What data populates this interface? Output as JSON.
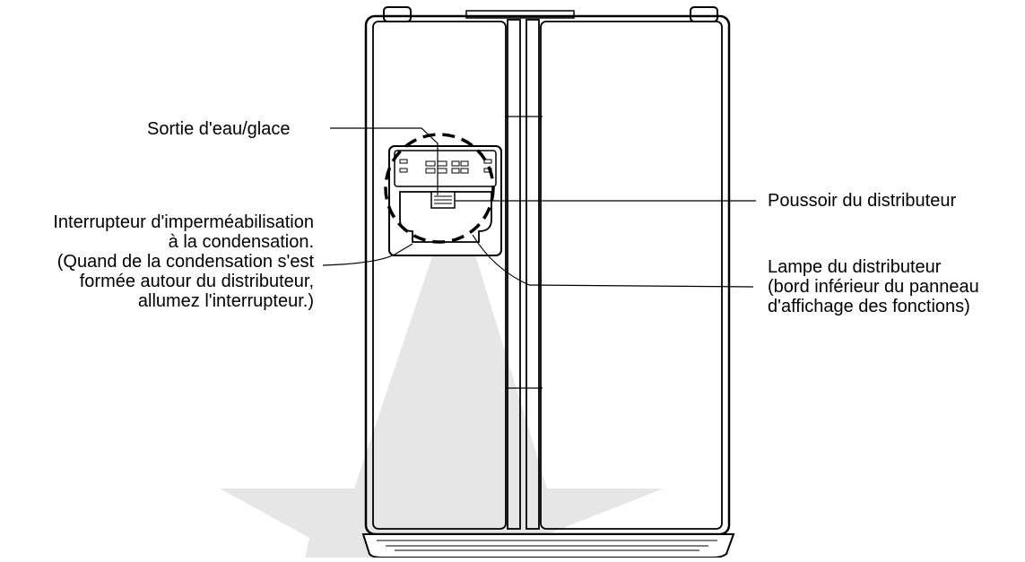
{
  "labels": {
    "water_ice_outlet": "Sortie d'eau/glace",
    "condensation_switch": {
      "line1": "Interrupteur d'imperméabilisation",
      "line2": "à la condensation.",
      "line3": "(Quand de la condensation s'est",
      "line4": "formée autour du distributeur,",
      "line5": "allumez l'interrupteur.)"
    },
    "dispenser_lever": "Poussoir du distributeur",
    "dispenser_lamp": {
      "line1": "Lampe du distributeur",
      "line2": "(bord inférieur du panneau",
      "line3": "d'affichage des fonctions)"
    }
  },
  "colors": {
    "line": "#000000",
    "light_beam": "#e6e6e6",
    "background": "#ffffff"
  }
}
